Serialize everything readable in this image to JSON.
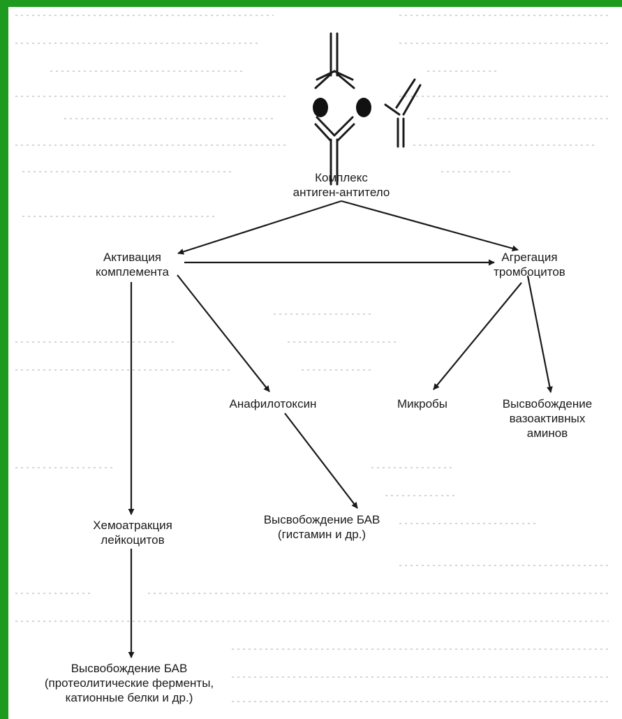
{
  "nodes": {
    "complex": [
      "Комплекс",
      "антиген-антитело"
    ],
    "complement": [
      "Активация",
      "комплемента"
    ],
    "platelets": [
      "Агрегация",
      "тромбоцитов"
    ],
    "anaphylatoxin": [
      "Анафилотоксин"
    ],
    "microbes": [
      "Микробы"
    ],
    "vasoactive": [
      "Высвобождение",
      "вазоактивных",
      "аминов"
    ],
    "chemoattraction": [
      "Хемоатракция",
      "лейкоцитов"
    ],
    "bav_histamine": [
      "Высвобождение БАВ",
      "(гистамин и др.)"
    ],
    "bav_proteolytic": [
      "Высвобождение БАВ",
      "(протеолитические ферменты,",
      "катионные белки и др.)"
    ]
  },
  "colors": {
    "frame": "#1e9a1e",
    "paper": "#ffffff",
    "ink": "#1a1a1a"
  }
}
